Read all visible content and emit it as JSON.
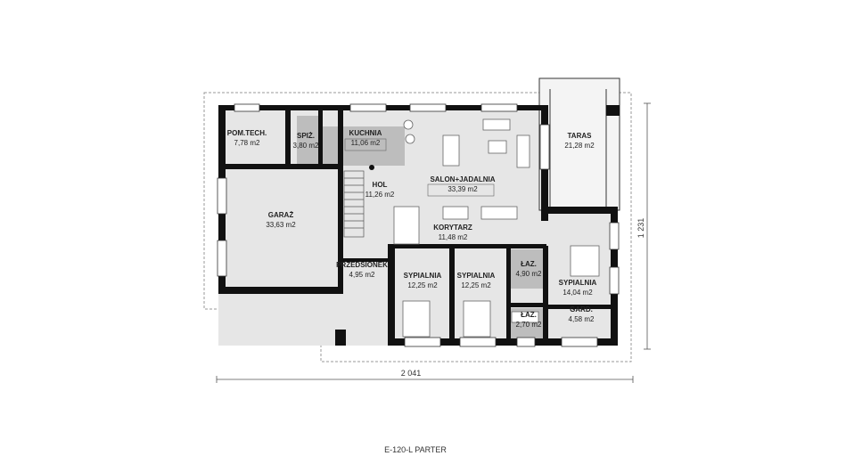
{
  "rooms": [
    {
      "name": "POM.TECH.",
      "area": "7,78 m2"
    },
    {
      "name": "SPIŻ.",
      "area": "3,80 m2"
    },
    {
      "name": "KUCHNIA",
      "area": "11,06 m2"
    },
    {
      "name": "SALON+JADALNIA",
      "area": "33,39 m2"
    },
    {
      "name": "TARAS",
      "area": "21,28 m2"
    },
    {
      "name": "GARAŻ",
      "area": "33,63 m2"
    },
    {
      "name": "HOL",
      "area": "11,26 m2"
    },
    {
      "name": "KORYTARZ",
      "area": "11,48 m2"
    },
    {
      "name": "PRZEDSIONEK",
      "area": "4,95 m2"
    },
    {
      "name": "SYPIALNIA",
      "area": "12,25 m2"
    },
    {
      "name": "SYPIALNIA",
      "area": "12,25 m2"
    },
    {
      "name": "ŁAZ.",
      "area": "4,90 m2"
    },
    {
      "name": "ŁAZ.",
      "area": "2,70 m2"
    },
    {
      "name": "SYPIALNIA",
      "area": "14,04 m2"
    },
    {
      "name": "GARD.",
      "area": "4,58 m2"
    }
  ],
  "dimensions": {
    "width": "2 041",
    "depth": "1 231"
  },
  "caption": "E-120-L PARTER",
  "colors": {
    "wall": "#111111",
    "floor": "#e6e6e6",
    "service": "#bdbdbd",
    "outline": "#999999"
  }
}
